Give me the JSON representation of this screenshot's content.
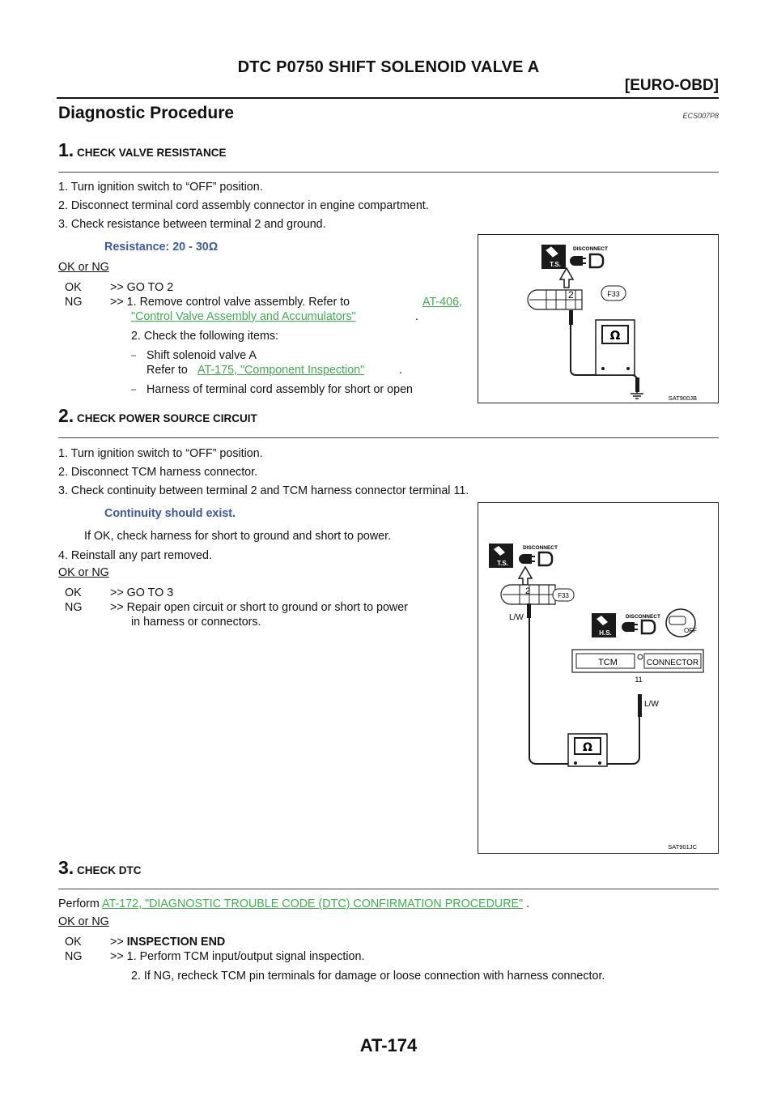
{
  "header": {
    "title": "DTC P0750 SHIFT SOLENOID VALVE A",
    "subtitle": "[EURO-OBD]"
  },
  "section": {
    "title": "Diagnostic Procedure",
    "code": "ECS007P8"
  },
  "step1": {
    "num": "1.",
    "title": "CHECK VALVE RESISTANCE",
    "items": [
      "1.   Turn ignition switch to “OFF” position.",
      "2.   Disconnect terminal cord assembly connector in engine compartment.",
      "3.   Check resistance between terminal 2 and ground."
    ],
    "spec": "Resistance: 20 - 30Ω",
    "okng": "OK or NG",
    "ok_label": "OK",
    "ok_text": ">> GO TO 2",
    "ng_label": "NG",
    "ng_prefix": ">> 1. Remove control valve assembly. Refer to",
    "ng_link1": "AT-406,",
    "ng_link2": "\"Control Valve Assembly and Accumulators\"",
    "ng_period": ".",
    "sub2": "2. Check the following items:",
    "dash1": "Shift solenoid valve A",
    "refer_to": "Refer to",
    "ref_link": "AT-175, \"Component Inspection\"",
    "ref_period": ".",
    "dash2": "Harness of terminal cord assembly for short or open"
  },
  "fig1": {
    "code": "SAT900JB",
    "ts": "T.S.",
    "disconnect": "DISCONNECT",
    "pin": "2",
    "conn": "F33",
    "ohm": "Ω"
  },
  "step2": {
    "num": "2.",
    "title": "CHECK POWER SOURCE CIRCUIT",
    "items": [
      "1.   Turn ignition switch to “OFF” position.",
      "2.   Disconnect TCM harness connector.",
      "3.   Check continuity between terminal 2 and TCM harness connector terminal 11."
    ],
    "spec": "Continuity should exist.",
    "note": "If OK, check harness for short to ground and short to power.",
    "item4": "4.   Reinstall any part removed.",
    "okng": "OK or NG",
    "ok_label": "OK",
    "ok_text": ">> GO TO 3",
    "ng_label": "NG",
    "ng_text1": ">> Repair open circuit or short to ground or short to power",
    "ng_text2": "in harness or connectors."
  },
  "fig2": {
    "code": "SAT901JC",
    "ts": "T.S.",
    "hs": "H.S.",
    "disconnect": "DISCONNECT",
    "pin": "2",
    "conn": "F33",
    "wire": "L/W",
    "tcm": "TCM",
    "connector": "CONNECTOR",
    "pin11": "11",
    "off": "OFF",
    "ohm": "Ω"
  },
  "step3": {
    "num": "3.",
    "title": "CHECK DTC",
    "perform": "Perform",
    "link": "AT-172, \"DIAGNOSTIC TROUBLE CODE (DTC) CONFIRMATION PROCEDURE\"",
    "period": ".",
    "okng": "OK or NG",
    "ok_label": "OK",
    "ok_prefix": ">>",
    "ok_text": "INSPECTION END",
    "ng_label": "NG",
    "ng_text1": ">> 1. Perform TCM input/output signal inspection.",
    "ng_text2": "2. If NG, recheck TCM pin terminals for damage or loose connection with harness connector."
  },
  "footer": {
    "page": "AT-174"
  }
}
